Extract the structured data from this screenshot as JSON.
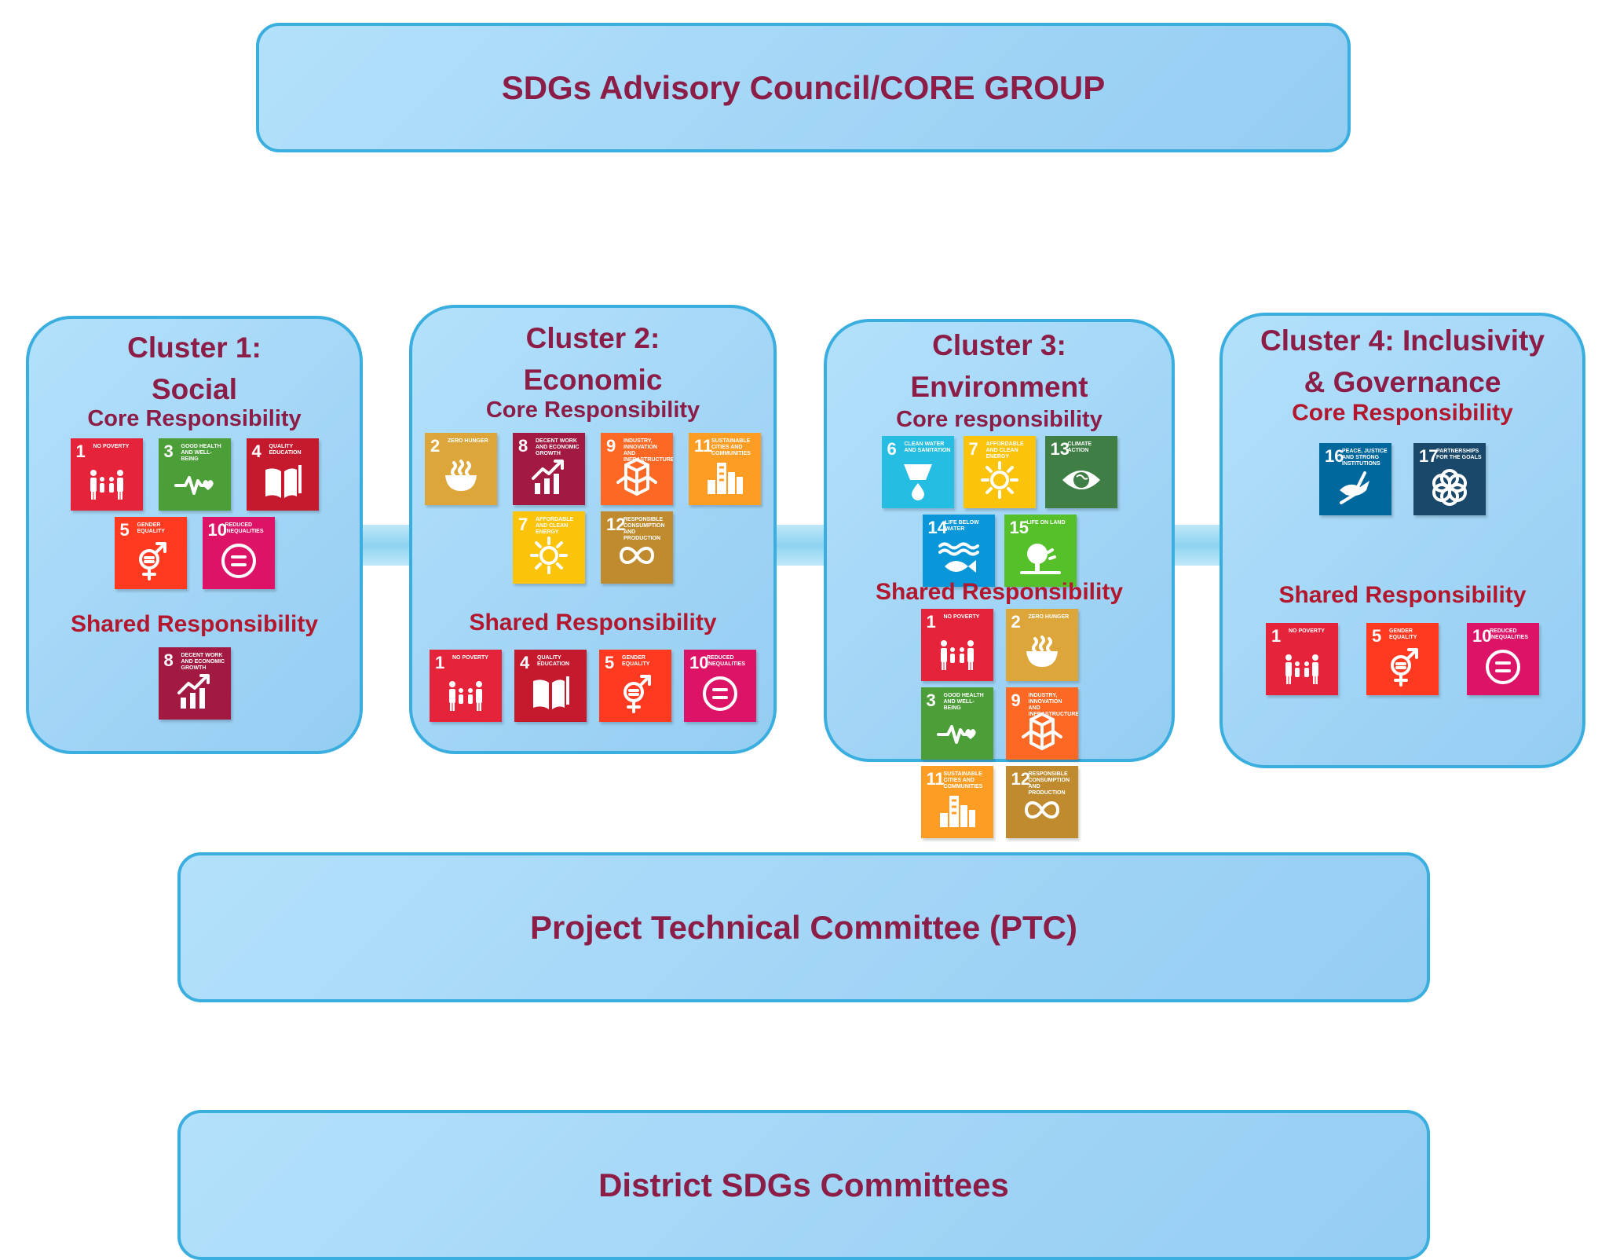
{
  "advisory": {
    "title": "SDGs Advisory Council/CORE GROUP"
  },
  "ptc": {
    "title": "Project Technical Committee (PTC)"
  },
  "district": {
    "title": "District SDGs Committees"
  },
  "sdg_colors": {
    "1": "#e5243b",
    "2": "#dda63a",
    "3": "#4c9f38",
    "4": "#c5192d",
    "5": "#ff3a21",
    "6": "#26bde2",
    "7": "#fcc30b",
    "8": "#a21942",
    "9": "#fd6925",
    "10": "#dd1367",
    "11": "#fd9d24",
    "12": "#bf8b2e",
    "13": "#3f7e44",
    "14": "#0a97d9",
    "15": "#56c02b",
    "16": "#00689d",
    "17": "#19486a"
  },
  "sdg_labels": {
    "1": "NO POVERTY",
    "2": "ZERO HUNGER",
    "3": "GOOD HEALTH AND WELL-BEING",
    "4": "QUALITY EDUCATION",
    "5": "GENDER EQUALITY",
    "6": "CLEAN WATER AND SANITATION",
    "7": "AFFORDABLE AND CLEAN ENERGY",
    "8": "DECENT WORK AND ECONOMIC GROWTH",
    "9": "INDUSTRY, INNOVATION AND INFRASTRUCTURE",
    "10": "REDUCED INEQUALITIES",
    "11": "SUSTAINABLE CITIES AND COMMUNITIES",
    "12": "RESPONSIBLE CONSUMPTION AND PRODUCTION",
    "13": "CLIMATE ACTION",
    "14": "LIFE BELOW WATER",
    "15": "LIFE ON LAND",
    "16": "PEACE, JUSTICE AND STRONG INSTITUTIONS",
    "17": "PARTNERSHIPS FOR THE GOALS"
  },
  "sdg_icons": {
    "1": "family-icon",
    "2": "bowl-icon",
    "3": "heartbeat-icon",
    "4": "book-icon",
    "5": "gender-symbol-icon",
    "6": "water-drop-icon",
    "7": "sun-icon",
    "8": "growth-chart-icon",
    "9": "cubes-icon",
    "10": "equality-icon",
    "11": "city-icon",
    "12": "infinity-icon",
    "13": "eye-globe-icon",
    "14": "fish-icon",
    "15": "tree-icon",
    "16": "dove-icon",
    "17": "rings-icon"
  },
  "clusters": [
    {
      "title_lines": [
        "Cluster 1:",
        "Social"
      ],
      "core_label": "Core Responsibility",
      "shared_label": "Shared Responsibility",
      "core": [
        1,
        3,
        4,
        5,
        10
      ],
      "shared": [
        8
      ]
    },
    {
      "title_lines": [
        "Cluster 2:",
        "Economic"
      ],
      "core_label": "Core Responsibility",
      "shared_label": "Shared Responsibility",
      "core": [
        2,
        8,
        9,
        11,
        7,
        12
      ],
      "shared": [
        1,
        4,
        5,
        10
      ]
    },
    {
      "title_lines": [
        "Cluster 3:",
        "Environment"
      ],
      "core_label": "Core responsibility",
      "shared_label": "Shared Responsibility",
      "core": [
        6,
        7,
        13,
        14,
        15
      ],
      "shared": [
        1,
        2,
        3,
        9,
        11,
        12
      ]
    },
    {
      "title_lines": [
        "Cluster 4: Inclusivity",
        "& Governance"
      ],
      "core_label": "Core Responsibility",
      "shared_label": "Shared Responsibility",
      "core": [
        16,
        17
      ],
      "shared": [
        1,
        5,
        10
      ]
    }
  ]
}
